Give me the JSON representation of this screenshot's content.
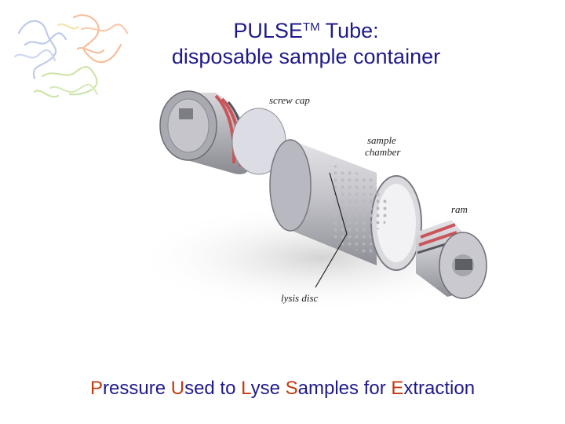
{
  "title": {
    "line1_start": "PULSE",
    "trademark": "TM",
    "line1_end": " Tube:",
    "line2": "disposable sample container"
  },
  "diagram": {
    "labels": {
      "screw_cap": "screw cap",
      "sample_chamber_1": "sample",
      "sample_chamber_2": "chamber",
      "ram": "ram",
      "lysis_disc": "lysis disc"
    }
  },
  "footer": {
    "words": [
      {
        "initial": "P",
        "rest": "ressure"
      },
      {
        "initial": "U",
        "rest": "sed to"
      },
      {
        "initial": "L",
        "rest": "yse"
      },
      {
        "initial": "S",
        "rest": "amples for"
      },
      {
        "initial": "E",
        "rest": "xtraction"
      }
    ]
  },
  "colors": {
    "title": "#1f1a8a",
    "highlight": "#c23a12",
    "seal_ring": "#c9545a"
  }
}
